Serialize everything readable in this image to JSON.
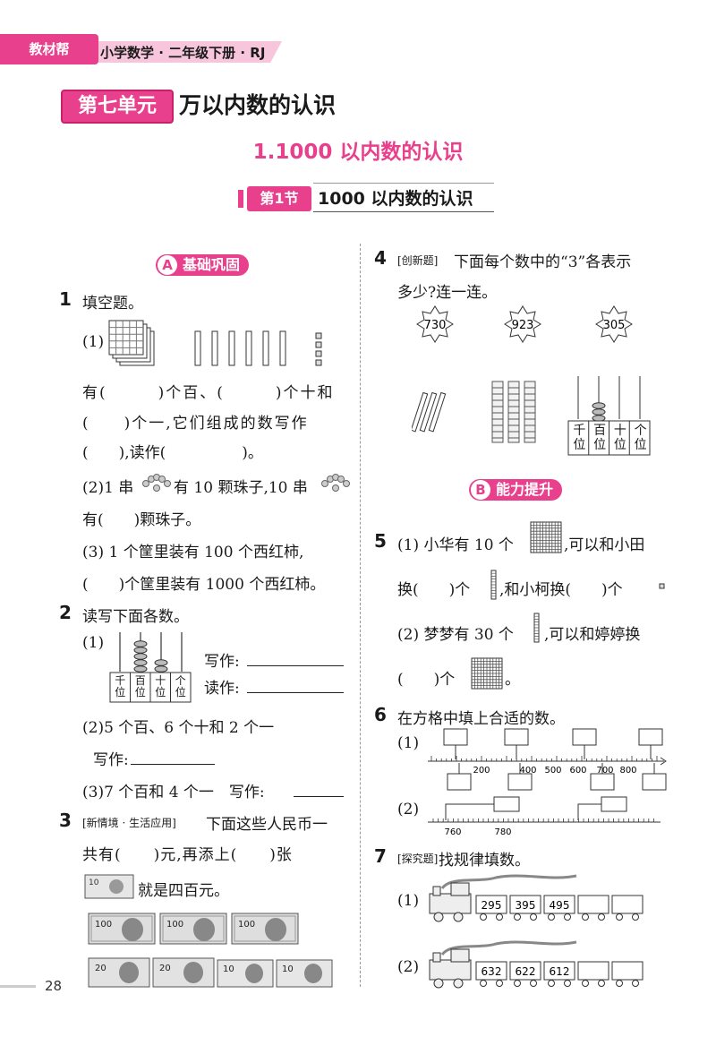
{
  "header": {
    "tag": "教材帮",
    "book": "小学数学 · 二年级下册 · RJ"
  },
  "unit": {
    "badge": "第七单元",
    "title": "万以内数的认识"
  },
  "subtitle": "1.1000 以内数的认识",
  "section": {
    "badge": "第1节",
    "title": "1000 以内数的认识"
  },
  "partA": {
    "letter": "A",
    "label": "基础巩固"
  },
  "partB": {
    "letter": "B",
    "label": "能力提升"
  },
  "q1": {
    "num": "1",
    "title": "填空题。",
    "p1": "(1)",
    "l1": "有(　　　)个百、(　　　)个十和",
    "l2": "(　　)个一,它们组成的数写作",
    "l3": "(　　),读作(　　　　　)。",
    "l4a": "(2)1 串",
    "l4b": "有 10 颗珠子,10 串",
    "l5": "有(　　)颗珠子。",
    "l6": "(3) 1 个筐里装有 100 个西红柿,",
    "l7": "(　　)个筐里装有 1000 个西红柿。"
  },
  "q2": {
    "num": "2",
    "title": "读写下面各数。",
    "p1": "(1)",
    "write": "写作:",
    "read": "读作:",
    "places": [
      "千位",
      "百位",
      "十位",
      "个位"
    ],
    "l2": "(2)5 个百、6 个十和 2 个一",
    "l2w": "写作:",
    "l3": "(3)7 个百和 4 个一　写作:"
  },
  "q3": {
    "num": "3",
    "tag": "[新情境 · 生活应用]",
    "l1": "下面这些人民币一",
    "l2": "共有(　　)元,再添上(　　)张",
    "l3": "就是四百元。",
    "notes": [
      "100",
      "100",
      "100",
      "20",
      "20",
      "10",
      "10"
    ]
  },
  "q4": {
    "num": "4",
    "tag": "[创新题]",
    "l1": "下面每个数中的“3”各表示",
    "l2": "多少?连一连。",
    "numbers": [
      "730",
      "923",
      "305"
    ],
    "places": [
      "千位",
      "百位",
      "十位",
      "个位"
    ]
  },
  "q5": {
    "num": "5",
    "l1a": "(1) 小华有 10 个",
    "l1b": ",可以和小田",
    "l2a": "换(　　)个",
    "l2b": ",和小柯换(　　)个",
    "l3a": "(2) 梦梦有 30 个",
    "l3b": ",可以和婷婷换",
    "l4a": "(　　)个"
  },
  "q6": {
    "num": "6",
    "title": "在方格中填上合适的数。",
    "p1": "(1)",
    "ticks1": [
      "200",
      "400",
      "500",
      "600",
      "700",
      "800"
    ],
    "p2": "(2)",
    "ticks2": [
      "760",
      "780"
    ]
  },
  "q7": {
    "num": "7",
    "tag": "[探究题]",
    "title": "找规律填数。",
    "p1": "(1)",
    "train1": [
      "295",
      "395",
      "495",
      "",
      ""
    ],
    "p2": "(2)",
    "train2": [
      "632",
      "622",
      "612",
      "",
      ""
    ]
  },
  "page": "28"
}
